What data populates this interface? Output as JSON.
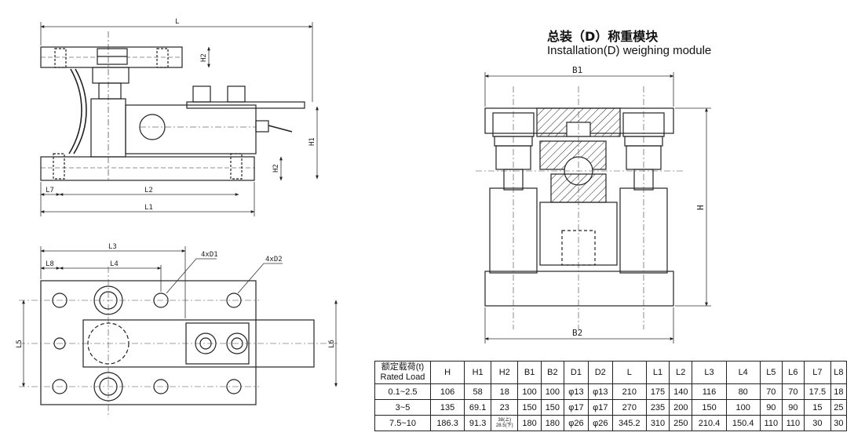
{
  "title": {
    "cn": "总装（D）称重模块",
    "en": "Installation(D) weighing module"
  },
  "labels": {
    "front_view": [
      "L",
      "H2",
      "H1",
      "H2",
      "L7",
      "L2",
      "L1"
    ],
    "plan_view": [
      "L3",
      "L8",
      "L4",
      "4xD1",
      "4xD2",
      "L5",
      "L6"
    ],
    "section_view": [
      "B1",
      "H",
      "B2"
    ]
  },
  "table": {
    "header_first": [
      "额定载荷(t)",
      "Rated Load"
    ],
    "columns": [
      "H",
      "H1",
      "H2",
      "B1",
      "B2",
      "D1",
      "D2",
      "L",
      "L1",
      "L2",
      "L3",
      "L4",
      "L5",
      "L6",
      "L7",
      "L8"
    ],
    "rows": [
      {
        "load": "0.1~2.5",
        "values": [
          "106",
          "58",
          "18",
          "100",
          "100",
          "φ13",
          "φ13",
          "210",
          "175",
          "140",
          "116",
          "80",
          "70",
          "70",
          "17.5",
          "18"
        ]
      },
      {
        "load": "3~5",
        "values": [
          "135",
          "69.1",
          "23",
          "150",
          "150",
          "φ17",
          "φ17",
          "270",
          "235",
          "200",
          "150",
          "100",
          "90",
          "90",
          "15",
          "25"
        ]
      },
      {
        "load": "7.5~10",
        "values": [
          "186.3",
          "91.3",
          [
            "38(上)",
            "28.5(下)"
          ],
          "180",
          "180",
          "φ26",
          "φ26",
          "345.2",
          "310",
          "250",
          "210.4",
          "150.4",
          "110",
          "110",
          "30",
          "30"
        ]
      }
    ]
  }
}
